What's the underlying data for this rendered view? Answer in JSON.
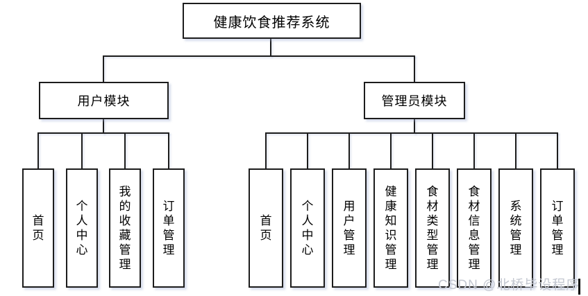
{
  "diagram": {
    "root": {
      "label": "健康饮食推荐系统"
    },
    "modules": [
      {
        "label": "用户模块",
        "children": [
          "首页",
          "个人中心",
          "我的收藏管理",
          "订单管理"
        ]
      },
      {
        "label": "管理员模块",
        "children": [
          "首页",
          "个人中心",
          "用户管理",
          "健康知识管理",
          "食材类型管理",
          "食材信息管理",
          "系统管理",
          "订单管理"
        ]
      }
    ]
  },
  "watermark": {
    "text": "CSDN @北桥毕设程序"
  },
  "colors": {
    "background": "#ffffff",
    "box_fill": "#ffffff",
    "box_border": "#1c1c1c",
    "connector_line": "#1c1c1c",
    "text": "#000000",
    "watermark_text": "#c3c7d0",
    "shadow": "#96a5cd"
  }
}
